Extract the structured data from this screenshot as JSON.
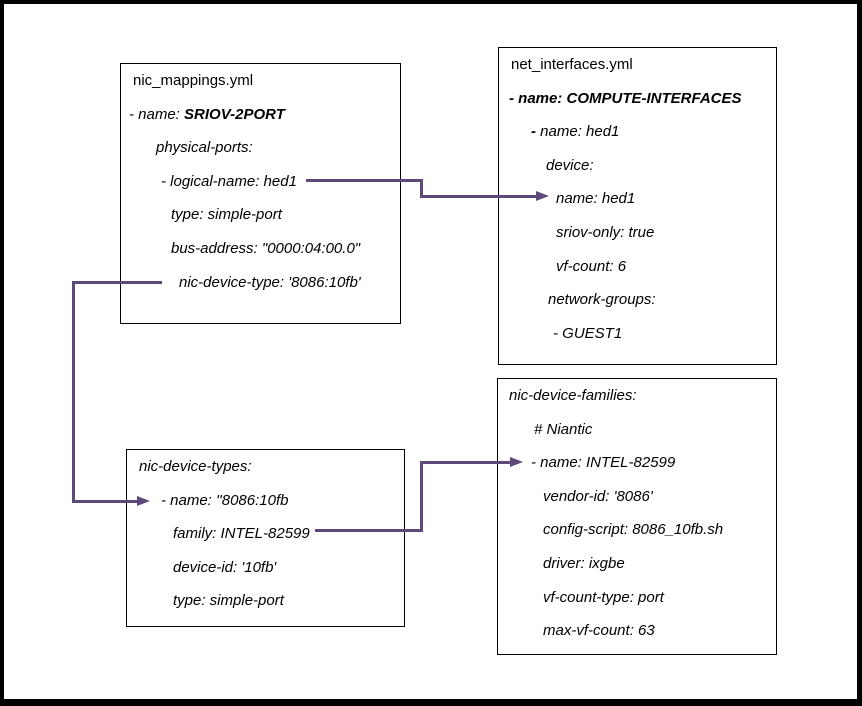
{
  "diagram": {
    "connector_color": "#5f497a",
    "border_color": "#000000",
    "boxes": [
      {
        "name": "nic-mappings-box",
        "lines": [
          {
            "indent": 12,
            "italic": false,
            "segments": [
              {
                "text": "nic_mappings.yml"
              }
            ]
          },
          {
            "indent": 8,
            "segments": [
              {
                "text": "- name: "
              },
              {
                "text": "SRIOV-2PORT",
                "bold": true
              }
            ]
          },
          {
            "indent": 35,
            "segments": [
              {
                "text": "physical-ports:"
              }
            ]
          },
          {
            "indent": 40,
            "segments": [
              {
                "text": "- logical-name: hed1"
              }
            ]
          },
          {
            "indent": 50,
            "segments": [
              {
                "text": "type: simple-port"
              }
            ]
          },
          {
            "indent": 50,
            "segments": [
              {
                "text": "bus-address: \"0000:04:00.0\""
              }
            ]
          },
          {
            "indent": 58,
            "segments": [
              {
                "text": "nic-device-type: '8086:10fb'"
              }
            ]
          }
        ]
      },
      {
        "name": "net-interfaces-box",
        "lines": [
          {
            "indent": 12,
            "italic": false,
            "segments": [
              {
                "text": "net_interfaces.yml"
              }
            ]
          },
          {
            "indent": 10,
            "segments": [
              {
                "text": "- name: COMPUTE-INTERFACES",
                "bold": true
              }
            ]
          },
          {
            "indent": 32,
            "segments": [
              {
                "text": "- ",
                "bold": true
              },
              {
                "text": "name: hed1"
              }
            ]
          },
          {
            "indent": 47,
            "segments": [
              {
                "text": "device:"
              }
            ]
          },
          {
            "indent": 57,
            "segments": [
              {
                "text": "name: hed1"
              }
            ]
          },
          {
            "indent": 57,
            "segments": [
              {
                "text": "sriov-only: true"
              }
            ]
          },
          {
            "indent": 57,
            "segments": [
              {
                "text": "vf-count: 6"
              }
            ]
          },
          {
            "indent": 49,
            "segments": [
              {
                "text": "network-groups:"
              }
            ]
          },
          {
            "indent": 54,
            "segments": [
              {
                "text": "- GUEST1"
              }
            ]
          }
        ]
      },
      {
        "name": "nic-device-types-box",
        "lines": [
          {
            "indent": 12,
            "segments": [
              {
                "text": "nic-device-types:"
              }
            ]
          },
          {
            "indent": 34,
            "segments": [
              {
                "text": "- name: ''8086:10fb"
              }
            ]
          },
          {
            "indent": 46,
            "segments": [
              {
                "text": "family: INTEL-82599"
              }
            ]
          },
          {
            "indent": 46,
            "segments": [
              {
                "text": "device-id: '10fb'"
              }
            ]
          },
          {
            "indent": 46,
            "segments": [
              {
                "text": "type: simple-port"
              }
            ]
          }
        ]
      },
      {
        "name": "nic-device-families-box",
        "lines": [
          {
            "indent": 11,
            "segments": [
              {
                "text": "nic-device-families:"
              }
            ]
          },
          {
            "indent": 36,
            "segments": [
              {
                "text": "# Niantic"
              }
            ]
          },
          {
            "indent": 33,
            "segments": [
              {
                "text": "- name: INTEL-82599"
              }
            ]
          },
          {
            "indent": 45,
            "segments": [
              {
                "text": "vendor-id: '8086'"
              }
            ]
          },
          {
            "indent": 45,
            "segments": [
              {
                "text": "config-script: 8086_10fb.sh"
              }
            ]
          },
          {
            "indent": 45,
            "segments": [
              {
                "text": "driver: ixgbe"
              }
            ]
          },
          {
            "indent": 45,
            "segments": [
              {
                "text": "vf-count-type: port"
              }
            ]
          },
          {
            "indent": 45,
            "segments": [
              {
                "text": "max-vf-count: 63"
              }
            ]
          }
        ]
      }
    ],
    "connectors": [
      {
        "name": "logical-name-to-interface-name",
        "from": "nic_mappings.yml / - logical-name: hed1",
        "to": "net_interfaces.yml / name: hed1"
      },
      {
        "name": "nic-device-type-to-types-name",
        "from": "nic_mappings.yml / nic-device-type: '8086:10fb'",
        "to": "nic-device-types / - name: ''8086:10fb"
      },
      {
        "name": "family-to-families-name",
        "from": "nic-device-types / family: INTEL-82599",
        "to": "nic-device-families / - name: INTEL-82599"
      }
    ]
  }
}
